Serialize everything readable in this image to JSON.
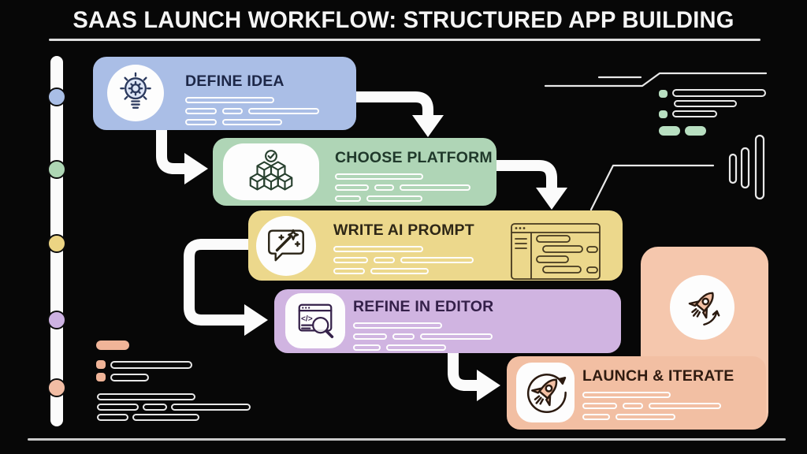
{
  "header": {
    "title": "SAAS LAUNCH WORKFLOW: STRUCTURED APP BUILDING"
  },
  "steps": [
    {
      "label": "DEFINE IDEA",
      "color": "#aabee6",
      "text_color": "#1d2747",
      "icon": "lightbulb-gear-icon"
    },
    {
      "label": "CHOOSE PLATFORM",
      "color": "#afd5b6",
      "text_color": "#20392b",
      "icon": "cubes-stack-check-icon"
    },
    {
      "label": "WRITE AI PROMPT",
      "color": "#ecd88c",
      "text_color": "#2e2717",
      "icon": "magic-wand-speech-bubble-icon"
    },
    {
      "label": "REFINE IN EDITOR",
      "color": "#d0b4e1",
      "text_color": "#342049",
      "icon": "code-editor-magnifier-icon"
    },
    {
      "label": "LAUNCH & ITERATE",
      "color": "#f2bfa3",
      "text_color": "#301b10",
      "icon": "rocket-circular-arrow-icon"
    }
  ],
  "timeline": {
    "bar_color": "#fbfbfb",
    "dot_colors": [
      "#a9bee6",
      "#aed6b4",
      "#ecd483",
      "#cdb2e2",
      "#f2bda4"
    ]
  },
  "side_panel": {
    "color": "#f5c7ad",
    "icon": "rocket-launch-icon"
  },
  "decorations": {
    "mint_accent": "#b8dfc1",
    "peach_accent": "#f0b498",
    "line_color": "#e8e8e8",
    "arrow_color": "#fbfbfb"
  }
}
